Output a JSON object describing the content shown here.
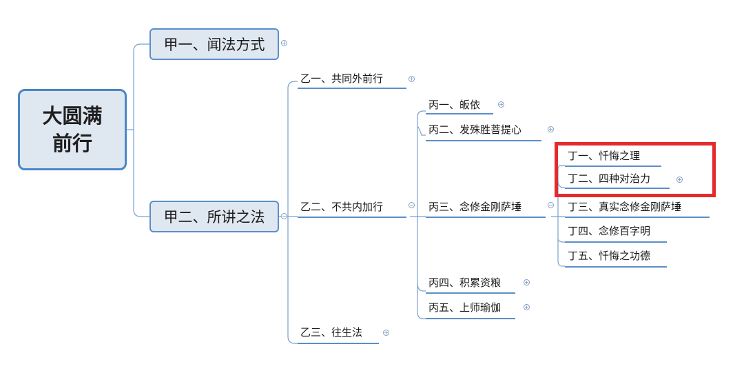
{
  "root": {
    "label": "大圆满前行"
  },
  "level1": [
    {
      "label": "甲一、闻法方式",
      "state": "expand"
    },
    {
      "label": "甲二、所讲之法",
      "state": "collapse"
    }
  ],
  "level2": [
    {
      "label": "乙一、共同外前行",
      "state": "expand"
    },
    {
      "label": "乙二、不共内加行",
      "state": "collapse"
    },
    {
      "label": "乙三、往生法",
      "state": "expand"
    }
  ],
  "level3": [
    {
      "label": "丙一、皈依",
      "state": "expand"
    },
    {
      "label": "丙二、发殊胜菩提心",
      "state": "expand"
    },
    {
      "label": "丙三、念修金刚萨埵",
      "state": "collapse"
    },
    {
      "label": "丙四、积累资粮",
      "state": "expand"
    },
    {
      "label": "丙五、上师瑜伽",
      "state": "expand"
    }
  ],
  "level4": [
    {
      "label": "丁一、忏悔之理"
    },
    {
      "label": "丁二、四种对治力",
      "state": "expand"
    },
    {
      "label": "丁三、真实念修金刚萨埵"
    },
    {
      "label": "丁四、念修百字明"
    },
    {
      "label": "丁五、忏悔之功德"
    }
  ],
  "colors": {
    "line": "#5b8ec9",
    "node_fill": "#dfe7f1",
    "highlight": "#e42b2b"
  },
  "icons": {
    "expand": "plus-circle-icon",
    "collapse": "minus-circle-icon"
  }
}
